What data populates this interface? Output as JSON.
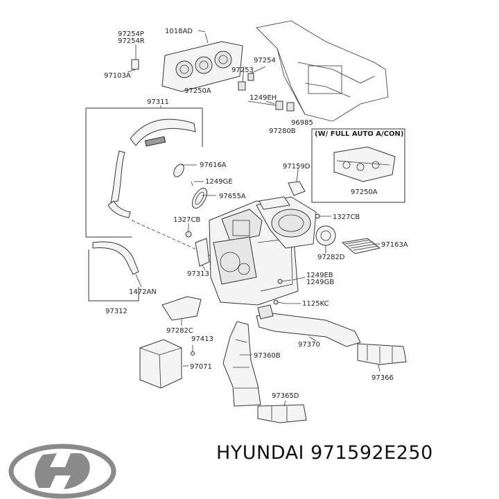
{
  "brand": {
    "name": "HYUNDAI",
    "part_number": "971592E250"
  },
  "notes": {
    "full_auto": "(W/ FULL AUTO A/CON)"
  },
  "labels": {
    "l97254P": "97254P",
    "l97254R": "97254R",
    "l1018AD": "1018AD",
    "l97103A": "97103A",
    "l97250A_top": "97250A",
    "l97254": "97254",
    "l97253": "97253",
    "l1249EH": "1249EH",
    "l96985": "96985",
    "l97280B": "97280B",
    "l97311": "97311",
    "l97616A": "97616A",
    "l97159D": "97159D",
    "l1249GE": "1249GE",
    "l97655A": "97655A",
    "l97250A_box": "97250A",
    "l1327CB_left": "1327CB",
    "l1327CB_right": "1327CB",
    "l97163A": "97163A",
    "l97282D": "97282D",
    "l97313": "97313",
    "l1249EB": "1249EB",
    "l1249GB": "1249GB",
    "l1472AN": "1472AN",
    "l1125KC": "1125KC",
    "l97312": "97312",
    "l97282C": "97282C",
    "l97413": "97413",
    "l97370": "97370",
    "l97360B": "97360B",
    "l97071": "97071",
    "l97366": "97366",
    "l97365D": "97365D"
  },
  "colors": {
    "line": "#333333",
    "text": "#222222",
    "logo": "#8a8a8a"
  }
}
